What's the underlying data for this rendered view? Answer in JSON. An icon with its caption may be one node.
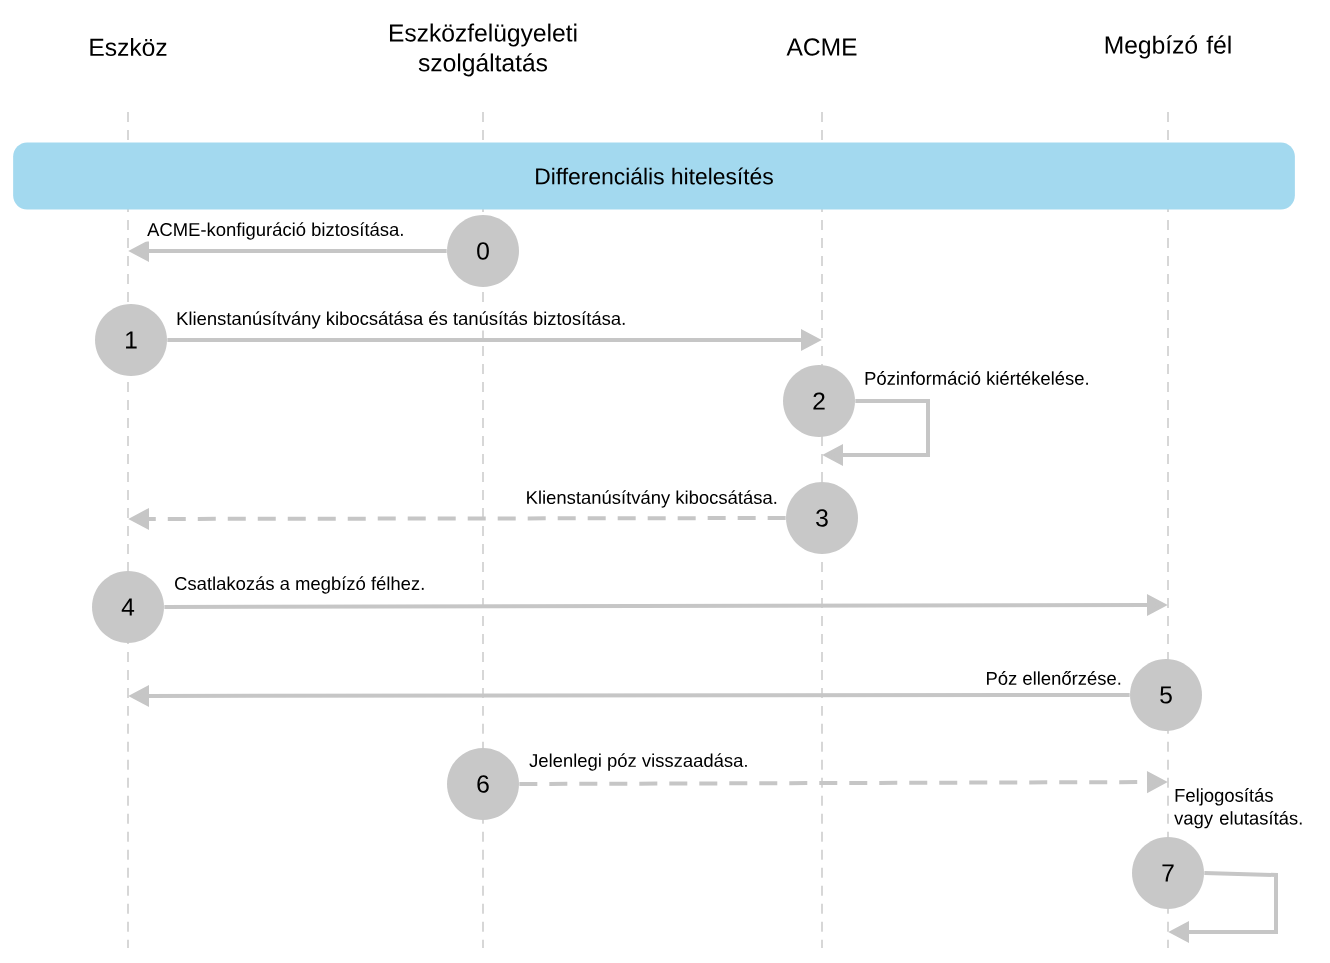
{
  "diagram": {
    "nodes": [
      {
        "text": [
          "Differenciális hitelesítés"
        ]
      },
      {
        "text": [
          "0"
        ]
      },
      {
        "text": [
          "1"
        ]
      },
      {
        "text": [
          "2"
        ]
      },
      {
        "text": [
          "3"
        ]
      },
      {
        "text": [
          "4"
        ]
      },
      {
        "text": [
          "5"
        ]
      },
      {
        "text": [
          "6"
        ]
      },
      {
        "text": [
          "7"
        ]
      }
    ],
    "edges": [
      {
        "from": 1,
        "to": null,
        "arrow": "to",
        "label": "ACME-konfiguráció biztosítása."
      },
      {
        "from": 2,
        "to": null,
        "arrow": "to",
        "label": "Klienstanúsítvány kibocsátása és tanúsítás biztosítása."
      },
      {
        "from": 3,
        "to": null,
        "arrow": "to",
        "label": "Pózinformáció kiértékelése."
      },
      {
        "from": 4,
        "to": null,
        "arrow": "to",
        "label": "Klienstanúsítvány kibocsátása.",
        "style": "dashed"
      },
      {
        "from": 5,
        "to": null,
        "arrow": "to",
        "label": "Csatlakozás a megbízó félhez."
      },
      {
        "from": 6,
        "to": null,
        "arrow": "to",
        "label": "Póz ellenőrzése."
      },
      {
        "from": 7,
        "to": null,
        "arrow": "to",
        "label": "Jelenlegi póz visszaadása.",
        "style": "dashed"
      },
      {
        "from": 8,
        "to": null,
        "arrow": "to",
        "label": "Feljogosítás vagy elutasítás."
      }
    ],
    "labels": [
      "Eszköz",
      "Eszközfelügyeleti szolgáltatás",
      "ACME",
      "Megbízó fél"
    ]
  }
}
